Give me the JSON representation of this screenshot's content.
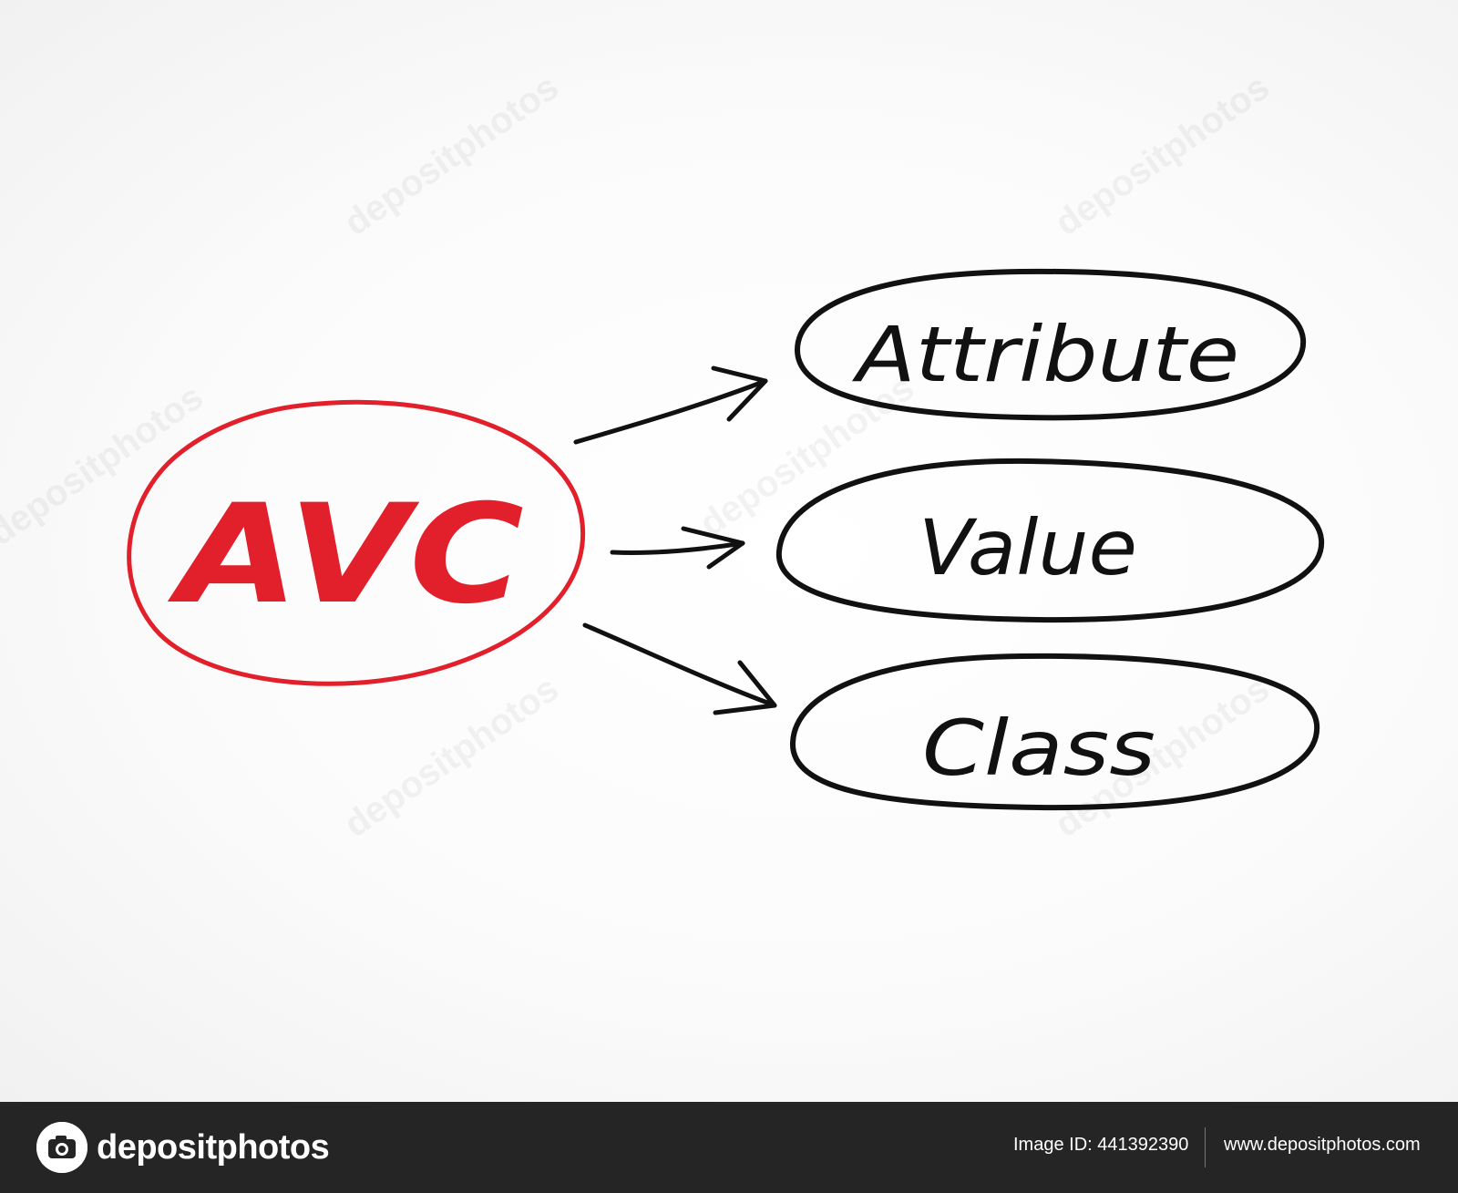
{
  "diagram": {
    "acronym": "AVC",
    "terms": [
      {
        "label": "Attribute"
      },
      {
        "label": "Value"
      },
      {
        "label": "Class"
      }
    ],
    "colors": {
      "acronym": "#e2202b",
      "terms": "#111111",
      "background": "#ffffff"
    }
  },
  "watermark": {
    "text": "depositphotos"
  },
  "footer": {
    "brand": "depositphotos",
    "image_id": "Image ID: 441392390",
    "url": "www.depositphotos.com",
    "colors": {
      "bar": "#252525",
      "text": "#ffffff"
    }
  }
}
